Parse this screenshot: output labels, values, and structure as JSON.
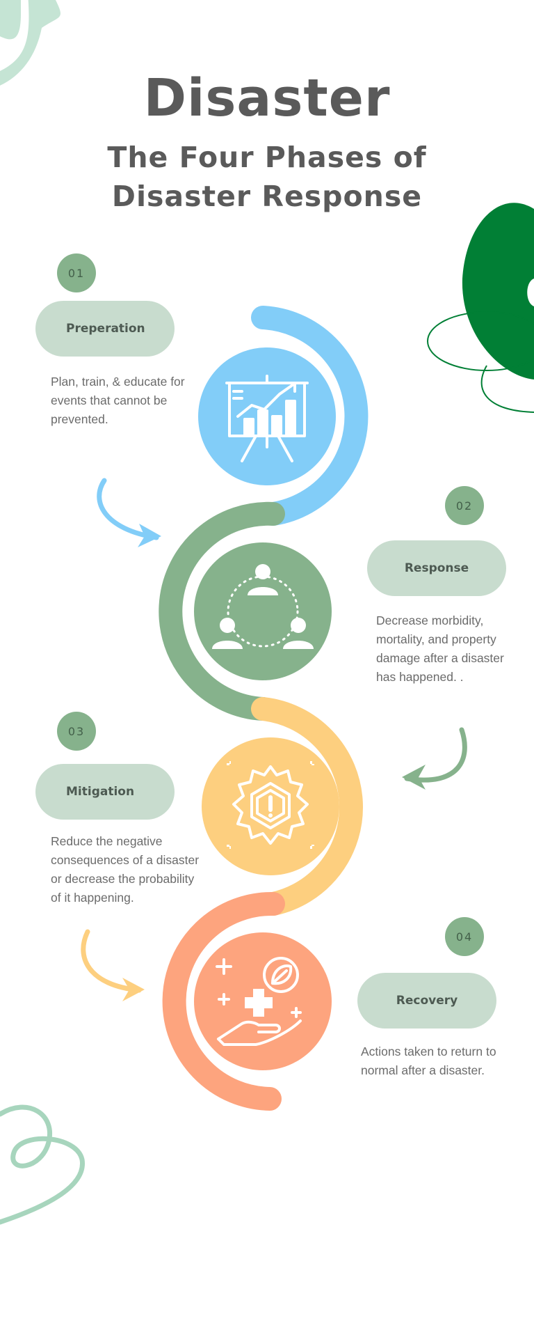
{
  "title": "Disaster",
  "subtitle": "The Four Phases of Disaster Response",
  "colors": {
    "blue": "#82cdf8",
    "green": "#86b28c",
    "yellow": "#fdcf7f",
    "orange": "#fda47e",
    "pill": "#c8dcce",
    "dark_green_blob": "#017f35",
    "text": "#5a5a5a"
  },
  "phases": [
    {
      "number": "01",
      "name": "Preperation",
      "description": "Plan, train, & educate for events that  cannot be prevented.",
      "icon": "presentation-chart-icon"
    },
    {
      "number": "02",
      "name": "Response",
      "description": "Decrease morbidity, mortality, and property damage after a disaster has happened. .",
      "icon": "team-network-icon"
    },
    {
      "number": "03",
      "name": "Mitigation",
      "description": "Reduce the negative consequences of a disaster or decrease the probability of it happening.",
      "icon": "warning-gear-icon"
    },
    {
      "number": "04",
      "name": "Recovery",
      "description": "Actions taken to return to normal after a disaster.",
      "icon": "care-hand-icon"
    }
  ]
}
